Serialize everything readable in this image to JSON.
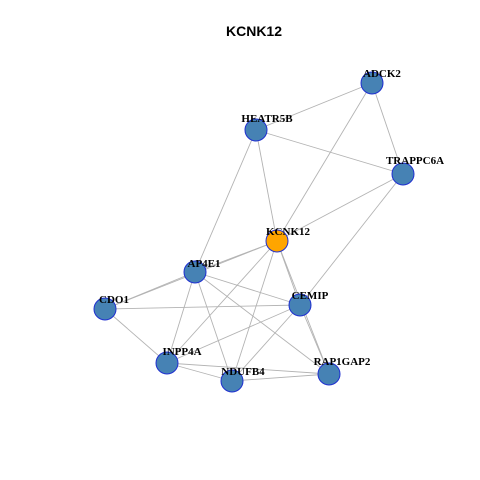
{
  "title": "KCNK12",
  "colors": {
    "node_default": "#4682b4",
    "node_focus": "#ffa500",
    "node_border": "#1f2fd0",
    "edge": "#b3b3b3"
  },
  "nodes": [
    {
      "id": "ADCK2",
      "label": "ADCK2",
      "focus": false
    },
    {
      "id": "HEATR5B",
      "label": "HEATR5B",
      "focus": false
    },
    {
      "id": "TRAPPC6A",
      "label": "TRAPPC6A",
      "focus": false
    },
    {
      "id": "KCNK12",
      "label": "KCNK12",
      "focus": true
    },
    {
      "id": "AP4E1",
      "label": "AP4E1",
      "focus": false
    },
    {
      "id": "CDO1",
      "label": "CDO1",
      "focus": false
    },
    {
      "id": "CEMIP",
      "label": "CEMIP",
      "focus": false
    },
    {
      "id": "INPP4A",
      "label": "INPP4A",
      "focus": false
    },
    {
      "id": "NDUFB4",
      "label": "NDUFB4",
      "focus": false
    },
    {
      "id": "RAP1GAP2",
      "label": "RAP1GAP2",
      "focus": false
    }
  ],
  "edges": [
    [
      "ADCK2",
      "HEATR5B"
    ],
    [
      "ADCK2",
      "TRAPPC6A"
    ],
    [
      "ADCK2",
      "KCNK12"
    ],
    [
      "HEATR5B",
      "TRAPPC6A"
    ],
    [
      "HEATR5B",
      "KCNK12"
    ],
    [
      "HEATR5B",
      "AP4E1"
    ],
    [
      "TRAPPC6A",
      "KCNK12"
    ],
    [
      "TRAPPC6A",
      "CEMIP"
    ],
    [
      "KCNK12",
      "AP4E1"
    ],
    [
      "KCNK12",
      "CDO1"
    ],
    [
      "KCNK12",
      "CEMIP"
    ],
    [
      "KCNK12",
      "INPP4A"
    ],
    [
      "KCNK12",
      "NDUFB4"
    ],
    [
      "KCNK12",
      "RAP1GAP2"
    ],
    [
      "AP4E1",
      "CDO1"
    ],
    [
      "AP4E1",
      "CEMIP"
    ],
    [
      "AP4E1",
      "INPP4A"
    ],
    [
      "AP4E1",
      "NDUFB4"
    ],
    [
      "AP4E1",
      "RAP1GAP2"
    ],
    [
      "CDO1",
      "CEMIP"
    ],
    [
      "CDO1",
      "INPP4A"
    ],
    [
      "CEMIP",
      "INPP4A"
    ],
    [
      "CEMIP",
      "NDUFB4"
    ],
    [
      "CEMIP",
      "RAP1GAP2"
    ],
    [
      "INPP4A",
      "NDUFB4"
    ],
    [
      "INPP4A",
      "RAP1GAP2"
    ],
    [
      "NDUFB4",
      "RAP1GAP2"
    ]
  ]
}
